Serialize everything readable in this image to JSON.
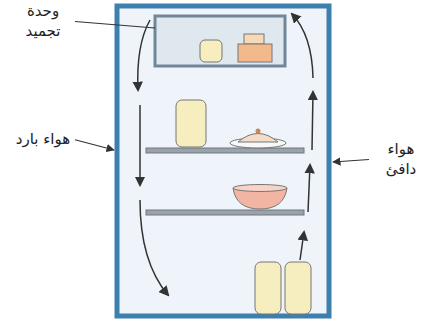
{
  "diagram": {
    "labels": [
      "وحدة تجميد",
      "هواء بارد",
      "هواء دافئ"
    ]
  }
}
